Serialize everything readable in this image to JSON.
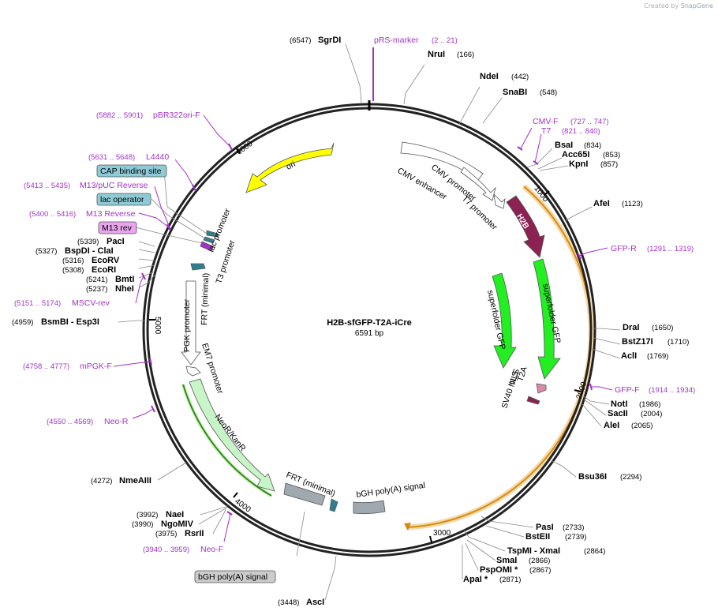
{
  "credit": {
    "created_by": "Created by",
    "brand": "SnapGene"
  },
  "plasmid": {
    "name": "H2B-sfGFP-T2A-iCre",
    "size_label": "6591 bp",
    "length": 6591
  },
  "ticks": [
    "1000",
    "2000",
    "3000",
    "4000",
    "5000",
    "6000"
  ],
  "enzymes": [
    {
      "name": "SgrDI",
      "pos": "(6547)"
    },
    {
      "name": "NruI",
      "pos": "(166)"
    },
    {
      "name": "NdeI",
      "pos": "(442)"
    },
    {
      "name": "SnaBI",
      "pos": "(548)"
    },
    {
      "name": "BsaI",
      "pos": "(834)"
    },
    {
      "name": "Acc65I",
      "pos": "(853)"
    },
    {
      "name": "KpnI",
      "pos": "(857)"
    },
    {
      "name": "AfeI",
      "pos": "(1123)"
    },
    {
      "name": "DraI",
      "pos": "(1650)"
    },
    {
      "name": "BstZ17I",
      "pos": "(1710)"
    },
    {
      "name": "AclI",
      "pos": "(1769)"
    },
    {
      "name": "NotI",
      "pos": "(1986)"
    },
    {
      "name": "SacII",
      "pos": "(2004)"
    },
    {
      "name": "AleI",
      "pos": "(2065)"
    },
    {
      "name": "Bsu36I",
      "pos": "(2294)"
    },
    {
      "name": "PasI",
      "pos": "(2733)"
    },
    {
      "name": "BstEII",
      "pos": "(2739)"
    },
    {
      "name": "TspMI - XmaI",
      "pos": "(2864)"
    },
    {
      "name": "SmaI",
      "pos": "(2866)"
    },
    {
      "name": "PspOMI *",
      "pos": "(2867)"
    },
    {
      "name": "ApaI *",
      "pos": "(2871)"
    },
    {
      "name": "AscI",
      "pos": "(3448)"
    },
    {
      "name": "RsrII",
      "pos": "(3975)"
    },
    {
      "name": "NgoMIV",
      "pos": "(3990)"
    },
    {
      "name": "NaeI",
      "pos": "(3992)"
    },
    {
      "name": "NmeAIII",
      "pos": "(4272)"
    },
    {
      "name": "BsmBI - Esp3I",
      "pos": "(4959)"
    },
    {
      "name": "NheI",
      "pos": "(5237)"
    },
    {
      "name": "BmtI",
      "pos": "(5241)"
    },
    {
      "name": "EcoRI",
      "pos": "(5308)"
    },
    {
      "name": "EcoRV",
      "pos": "(5316)"
    },
    {
      "name": "BspDI - ClaI",
      "pos": "(5327)"
    },
    {
      "name": "PacI",
      "pos": "(5339)"
    }
  ],
  "primers": [
    {
      "name": "pRS-marker",
      "range": "(2 .. 21)"
    },
    {
      "name": "CMV-F",
      "range": "(727 .. 747)"
    },
    {
      "name": "T7",
      "range": "(821 .. 840)"
    },
    {
      "name": "GFP-R",
      "range": "(1291 .. 1319)"
    },
    {
      "name": "GFP-F",
      "range": "(1914 .. 1934)"
    },
    {
      "name": "Neo-F",
      "range": "(3940 .. 3959)"
    },
    {
      "name": "Neo-R",
      "range": "(4550 .. 4569)"
    },
    {
      "name": "mPGK-F",
      "range": "(4758 .. 4777)"
    },
    {
      "name": "MSCV-rev",
      "range": "(5151 .. 5174)"
    },
    {
      "name": "M13 Reverse",
      "range": "(5400 .. 5416)"
    },
    {
      "name": "M13/pUC Reverse",
      "range": "(5413 .. 5435)"
    },
    {
      "name": "L4440",
      "range": "(5631 .. 5648)"
    },
    {
      "name": "pBR322ori-F",
      "range": "(5882 .. 5901)"
    }
  ],
  "boxed_labels": [
    "CAP binding site",
    "lac operator",
    "M13 rev",
    "bGH poly(A) signal"
  ],
  "features": [
    "ori",
    "CMV enhancer",
    "CMV promoter",
    "T7 promoter",
    "H2B",
    "superfolder GFP",
    "superfolder GFP",
    "T2A",
    "NLS",
    "SV40 NLS",
    "bGH poly(A) signal",
    "FRT (minimal)",
    "NeoR/KanR",
    "EM7 promoter",
    "PGK promoter",
    "FRT (minimal)",
    "T3 promoter",
    "lac promoter"
  ],
  "colors": {
    "backbone": "#222222",
    "primer": "#a032c8",
    "ori": "#ffff00",
    "h2b": "#8b2252",
    "gfp": "#22ee22",
    "neo": "#c8f5c8",
    "icre_highlight": "#f5c98a",
    "polyA": "#a0a8b0",
    "box_cap": "#8ecbd6",
    "box_lac": "#8ecbd6",
    "box_m13": "#e9a5ec",
    "box_bgh": "#cccccc"
  }
}
